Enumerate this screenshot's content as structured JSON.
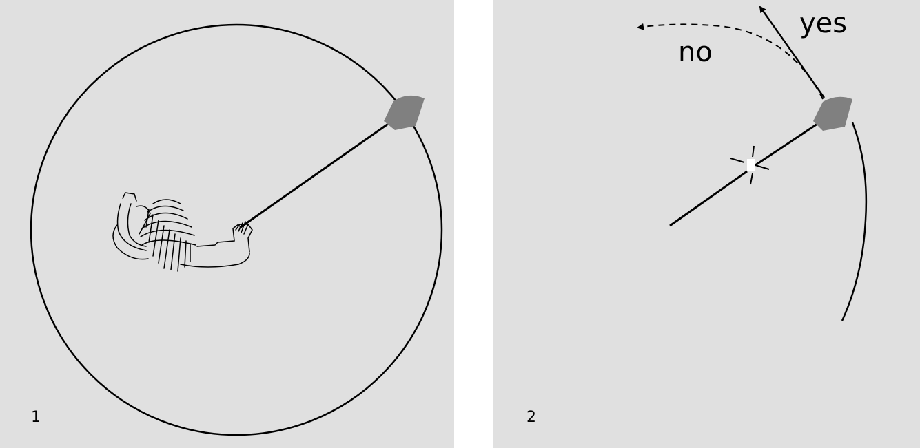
{
  "panels": [
    {
      "number": "1"
    },
    {
      "number": "2",
      "labels": {
        "yes": "yes",
        "no": "no"
      }
    }
  ],
  "colors": {
    "background": "#e0e0e0",
    "stroke": "#000000",
    "ball": "#808080",
    "break_mark": "#ffffff"
  },
  "icons": [
    "person-top-view-icon",
    "ball-icon",
    "string-break-icon"
  ]
}
